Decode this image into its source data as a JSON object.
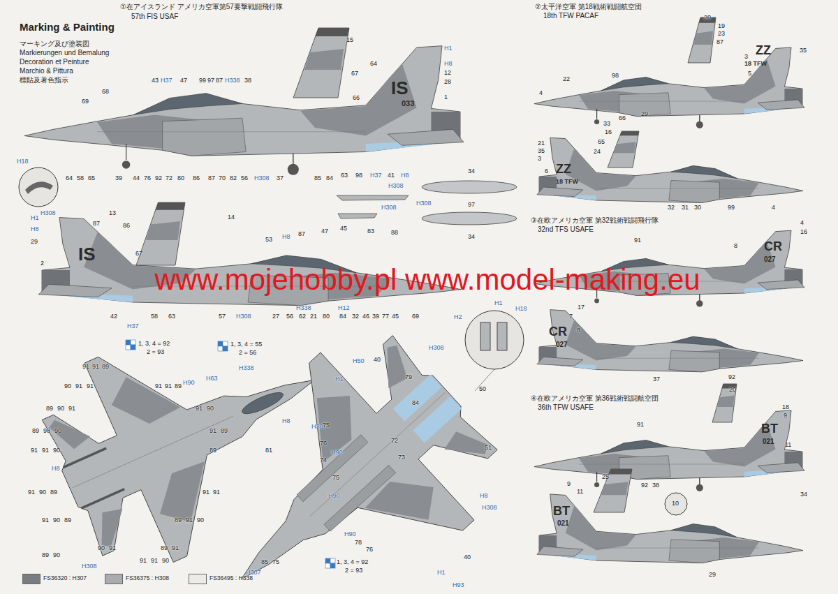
{
  "diagram": {
    "title": "Marking & Painting",
    "labels": [
      "マーキング及び塗装図",
      "Markierungen und Bemalung",
      "Decoration et Peinture",
      "Marchio & Pittura",
      "標貼及著色指示",
      "①在アイスランド アメリカ空軍第57要撃戦闘飛行隊",
      "57th FIS USAF",
      "②太平洋空軍 第18戦術戦闘航空団",
      "18th TFW PACAF",
      "③在欧アメリカ空軍 第32戦術戦闘飛行隊",
      "32nd TFS USAFE",
      "④在欧アメリカ空軍 第36戦術戦闘航空団",
      "36th TFW USAFE",
      "www.mojehobby.pl www.model-making.eu",
      "IS",
      "033",
      "IS",
      "ZZ",
      "18 TFW",
      "ZZ",
      "18 TFW",
      "CR",
      "027",
      "CR",
      "027",
      "BT",
      "021",
      "BT",
      "021",
      "43",
      "H37",
      "47",
      "99",
      "97",
      "87",
      "H338",
      "38",
      "H1",
      "H8",
      "12",
      "28",
      "1",
      "15",
      "67",
      "64",
      "66",
      "69",
      "68",
      "H18",
      "H308",
      "64",
      "58",
      "65",
      "39",
      "44",
      "76",
      "92",
      "72",
      "80",
      "86",
      "87",
      "70",
      "82",
      "56",
      "H308",
      "37",
      "85",
      "84",
      "63",
      "98",
      "H37",
      "41",
      "H8",
      "H308",
      "H308",
      "88",
      "34",
      "H308",
      "97",
      "34",
      "13",
      "H1",
      "H8",
      "87",
      "29",
      "86",
      "2",
      "14",
      "67",
      "53",
      "H8",
      "87",
      "47",
      "45",
      "83",
      "42",
      "H37",
      "58",
      "63",
      "57",
      "H308",
      "27",
      "56",
      "H338",
      "62",
      "21",
      "80",
      "84",
      "H12",
      "32",
      "46",
      "39",
      "77",
      "45",
      "69",
      "H1",
      "H18",
      "H2",
      "H308",
      "1, 3, 4 = 92",
      "2 = 93",
      "1, 3, 4 = 55",
      "2 = 56",
      "H338",
      "H63",
      "H90",
      "H307",
      "H8",
      "H8",
      "H308",
      "91",
      "91",
      "89",
      "90",
      "91",
      "91",
      "89",
      "91",
      "91",
      "89",
      "90",
      "91",
      "91",
      "90",
      "89",
      "98",
      "90",
      "91",
      "89",
      "91",
      "91",
      "90",
      "89",
      "81",
      "91",
      "90",
      "89",
      "91",
      "91",
      "91",
      "90",
      "89",
      "89",
      "91",
      "90",
      "90",
      "91",
      "89",
      "91",
      "91",
      "91",
      "90",
      "89",
      "90",
      "H50",
      "40",
      "79",
      "H1",
      "50",
      "84",
      "75",
      "76",
      "74",
      "H90",
      "72",
      "73",
      "51",
      "75",
      "H90",
      "H8",
      "H308",
      "H90",
      "78",
      "76",
      "40",
      "1, 3, 4 = 92",
      "2 = 93",
      "H307",
      "85",
      "75",
      "H1",
      "H93",
      "20",
      "19",
      "23",
      "87",
      "3",
      "35",
      "4",
      "22",
      "98",
      "5",
      "33",
      "66",
      "29",
      "21",
      "35",
      "3",
      "6",
      "24",
      "65",
      "16",
      "32",
      "31",
      "30",
      "99",
      "4",
      "91",
      "4",
      "16",
      "8",
      "17",
      "7",
      "8",
      "37",
      "92",
      "20",
      "18",
      "9",
      "11",
      "91",
      "92",
      "38",
      "10",
      "25",
      "9",
      "11",
      "34",
      "29"
    ],
    "legend": [
      {
        "text": "FS36320 : H307",
        "color": "#797d81"
      },
      {
        "text": "FS36375 : H308",
        "color": "#a9acaf"
      },
      {
        "text": "FS36495 : H338",
        "color": "#ecebe7"
      }
    ]
  }
}
